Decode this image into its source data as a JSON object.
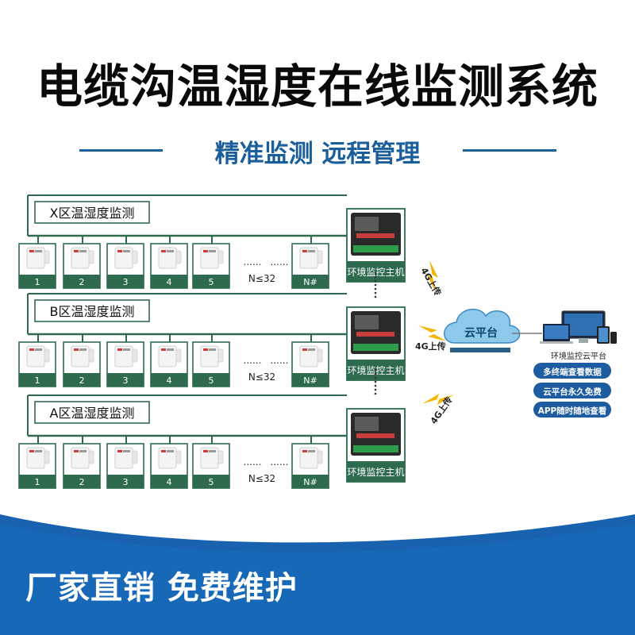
{
  "title": "电缆沟温湿度在线监测系统",
  "subtitle": "精准监测 远程管理",
  "zones": [
    {
      "label": "X区温湿度监测",
      "sensors": [
        "1",
        "2",
        "3",
        "4",
        "5",
        "N#"
      ],
      "dots": "......",
      "count_note": "N≤32",
      "host_label": "环境监控主机"
    },
    {
      "label": "B区温湿度监测",
      "sensors": [
        "1",
        "2",
        "3",
        "4",
        "5",
        "N#"
      ],
      "dots": "......",
      "count_note": "N≤32",
      "host_label": "环境监控主机"
    },
    {
      "label": "A区温湿度监测",
      "sensors": [
        "1",
        "2",
        "3",
        "4",
        "5",
        "N#"
      ],
      "dots": "......",
      "count_note": "N≤32",
      "host_label": "环境监控主机"
    }
  ],
  "upload_labels": [
    "4G上传",
    "4G上传",
    "4G上传"
  ],
  "cloud_label": "云平台",
  "platform_label": "环境监控云平台",
  "features": [
    "多终端查看数据",
    "云平台永久免费",
    "APP随时随地查看"
  ],
  "footer": "厂家直销 免费维护",
  "colors": {
    "accent": "#1b5e9c",
    "line": "#2e6b4e",
    "badge": "#1d5ca0",
    "bolt": "#f5b400",
    "footer_bg": "#1862b0"
  }
}
